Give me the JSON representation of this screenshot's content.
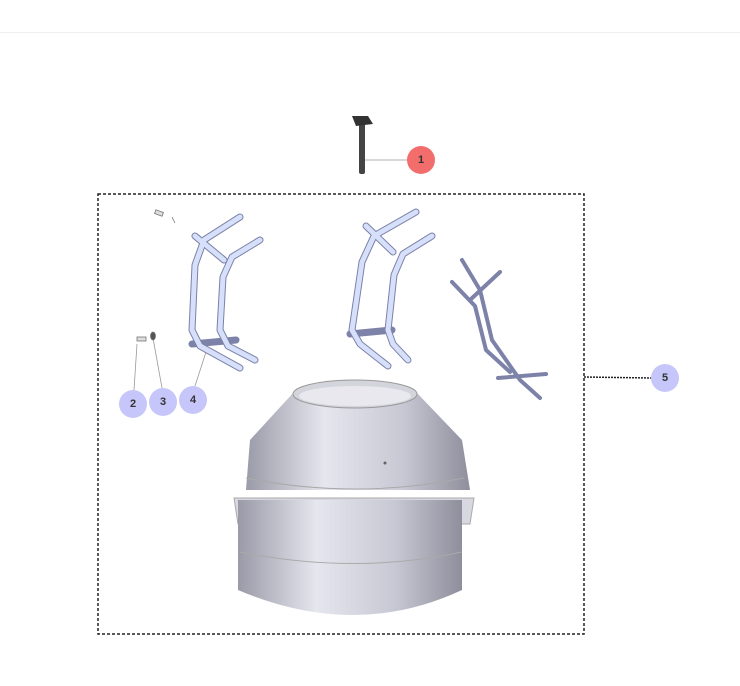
{
  "diagram": {
    "callouts": [
      {
        "label": "1",
        "color": "#f36d6d"
      },
      {
        "label": "2",
        "color": "#c6c6fa"
      },
      {
        "label": "3",
        "color": "#c6c6fa"
      },
      {
        "label": "4",
        "color": "#c6c6fa"
      },
      {
        "label": "5",
        "color": "#c6c6fa"
      }
    ]
  }
}
